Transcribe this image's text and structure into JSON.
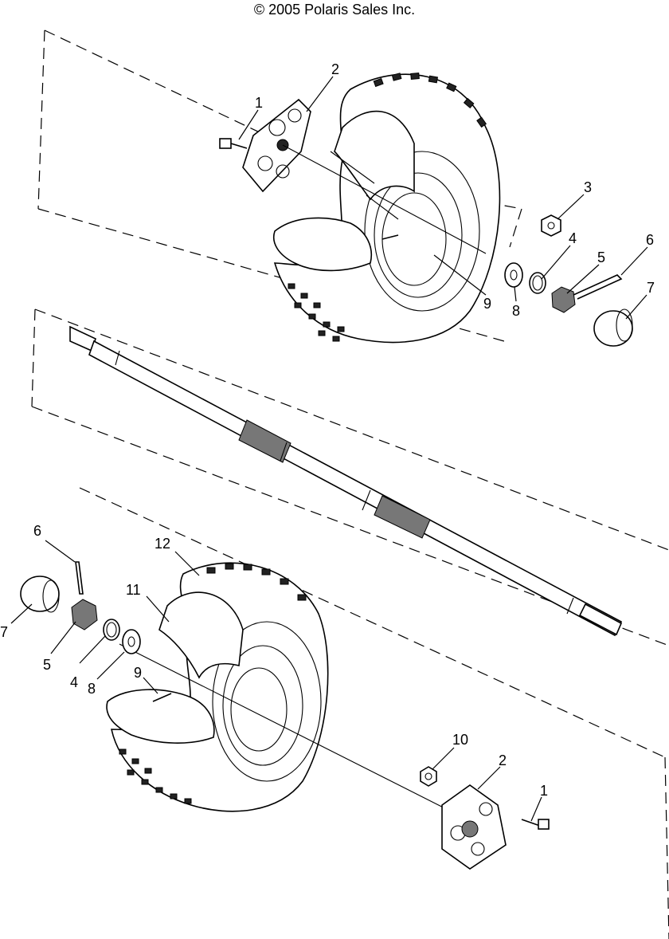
{
  "header": {
    "copyright": "© 2005 Polaris Sales Inc."
  },
  "callouts": {
    "top_1": "1",
    "top_2": "2",
    "top_3": "3",
    "top_4": "4",
    "top_5": "5",
    "top_6": "6",
    "top_7": "7",
    "top_8": "8",
    "top_9": "9",
    "bot_6": "6",
    "bot_7": "7",
    "bot_5": "5",
    "bot_4": "4",
    "bot_8": "8",
    "bot_9": "9",
    "bot_11": "11",
    "bot_12": "12",
    "bot_10": "10",
    "bot_2": "2",
    "bot_1": "1"
  }
}
